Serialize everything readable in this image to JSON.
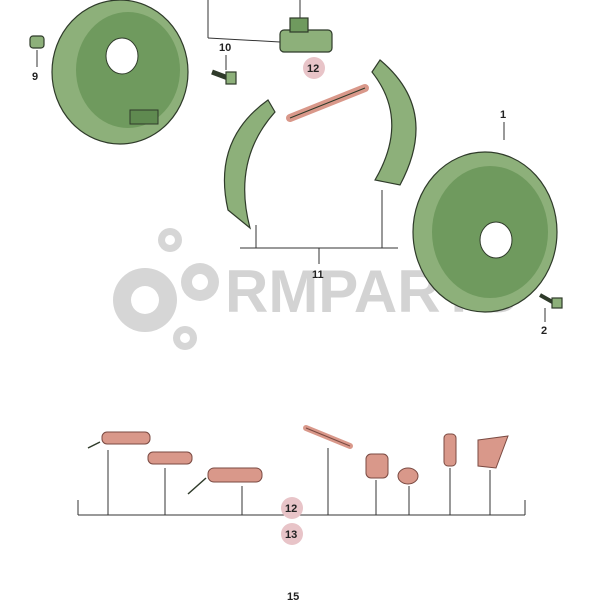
{
  "watermark": {
    "text": "RMPARTS"
  },
  "colors": {
    "part_green": "#8db07a",
    "part_green_dark": "#5f8a50",
    "spring_red": "#d9988a",
    "highlight_badge": "#e8c4c8",
    "watermark_grey": "#cfcfcf"
  },
  "callouts": {
    "c1": "1",
    "c2": "2",
    "c9": "9",
    "c10": "10",
    "c11": "11",
    "c12_top": "12",
    "c12_kit": "12",
    "c13": "13",
    "c15": "15"
  }
}
